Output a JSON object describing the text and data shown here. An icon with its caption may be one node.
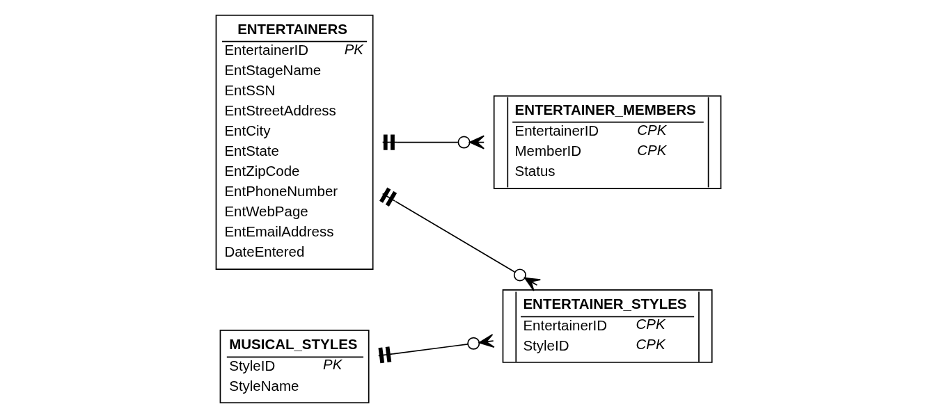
{
  "diagram": {
    "nodes": [
      {
        "text": [
          "ENTERTAINERS",
          "EntertainerID",
          "PK",
          "EntStageName",
          "EntSSN",
          "EntStreetAddress",
          "EntCity",
          "EntState",
          "EntZipCode",
          "EntPhoneNumber",
          "EntWebPage",
          "EntEmailAddress",
          "DateEntered"
        ]
      },
      {
        "text": [
          "ENTERTAINER_MEMBERS",
          "EntertainerID",
          "CPK",
          "MemberID",
          "CPK",
          "Status"
        ]
      },
      {
        "text": [
          "ENTERTAINER_STYLES",
          "EntertainerID",
          "CPK",
          "StyleID",
          "CPK"
        ]
      },
      {
        "text": [
          "MUSICAL_STYLES",
          "StyleID",
          "PK",
          "StyleName"
        ]
      }
    ],
    "edges": [
      {
        "from": 0,
        "to": 1,
        "arrow": "other"
      },
      {
        "from": 0,
        "to": 2,
        "arrow": "other"
      },
      {
        "from": 3,
        "to": 2,
        "arrow": "other"
      }
    ]
  }
}
